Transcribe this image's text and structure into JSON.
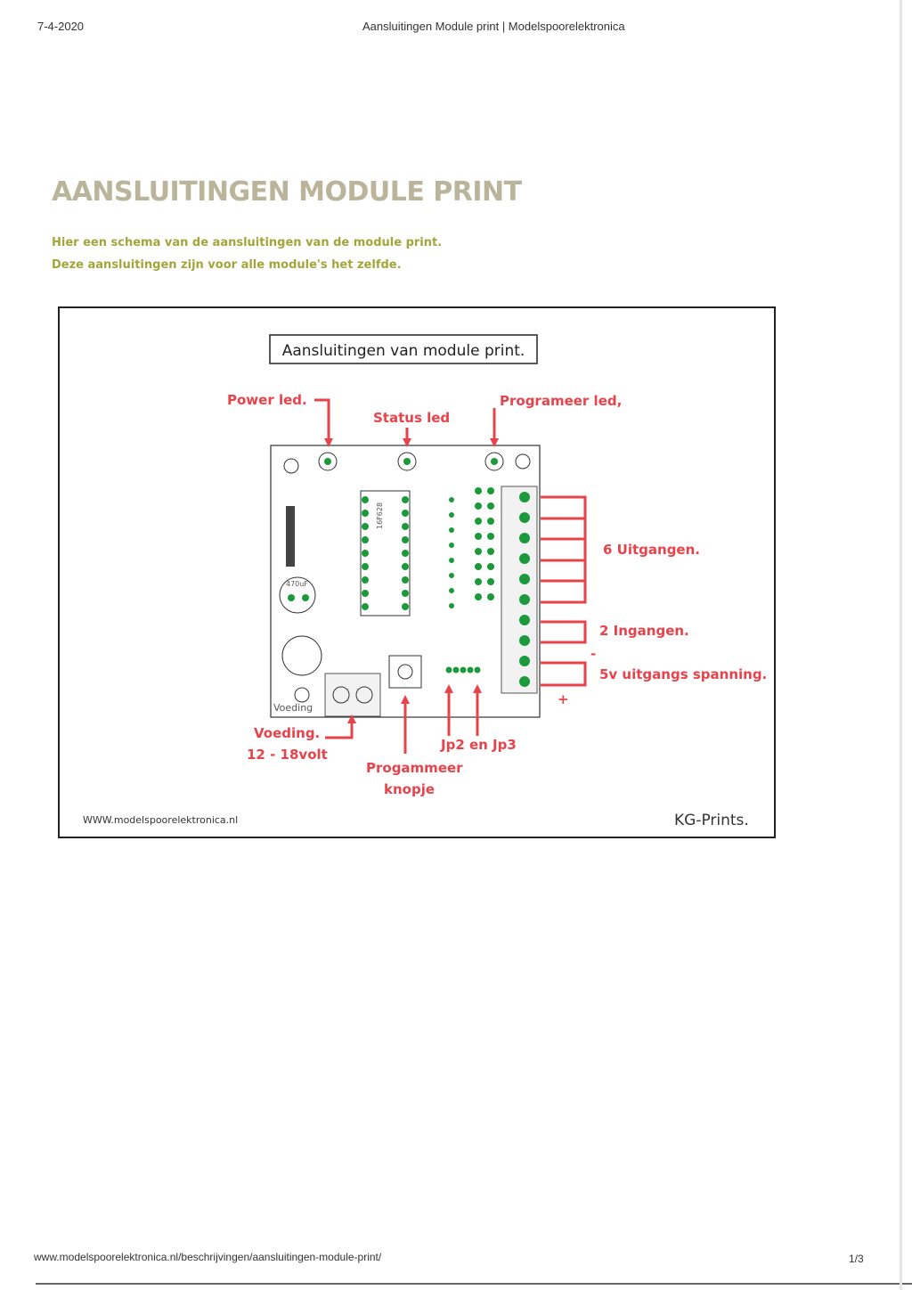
{
  "header": {
    "date": "7-4-2020",
    "title": "Aansluitingen Module print | Modelspoorelektronica"
  },
  "article": {
    "title": "AANSLUITINGEN MODULE PRINT",
    "intro_line1": "Hier een schema van de aansluitingen van de module print.",
    "intro_line2": "Deze aansluitingen zijn voor alle module's het zelfde."
  },
  "figure": {
    "box_title": "Aansluitingen van module print.",
    "labels": {
      "power_led": "Power led.",
      "status_led": "Status led",
      "programeer_led": "Programeer led,",
      "uitgangen": "6 Uitgangen.",
      "ingangen": "2 Ingangen.",
      "minus": "-",
      "spanning": "5v uitgangs spanning.",
      "plus": "+",
      "voeding": "Voeding.",
      "voeding_range": "12 - 18volt",
      "jp": "Jp2 en Jp3",
      "knop_line1": "Progammeer",
      "knop_line2": "knopje"
    },
    "pcb": {
      "voeding_silk": "Voeding",
      "cap_value": "470uF",
      "ic_label": "16F628"
    },
    "footer_url": "WWW.modelspoorelektronica.nl",
    "footer_brand": "KG-Prints."
  },
  "footer": {
    "url": "www.modelspoorelektronica.nl/beschrijvingen/aansluitingen-module-print/",
    "page": "1/3"
  },
  "colors": {
    "title": "#b9b49a",
    "intro": "#a2a63a",
    "annotation": "#e8434a",
    "pad": "#1c9a3b"
  }
}
